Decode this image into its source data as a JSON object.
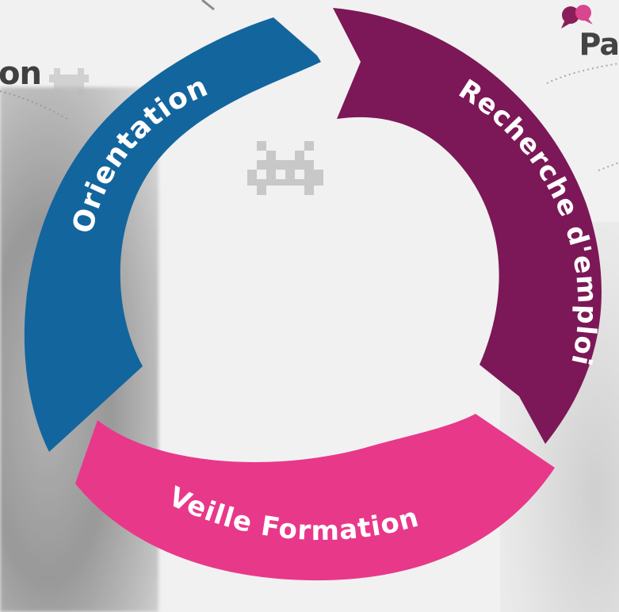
{
  "background": {
    "fragment_left": "on",
    "fragment_right": "Pa"
  },
  "cycle": {
    "segments": [
      {
        "label": "Orientation",
        "color": "#13659e",
        "icon": "curved-arrow"
      },
      {
        "label": "Recherche d'emploi",
        "color": "#7c1857",
        "icon": "curved-arrow"
      },
      {
        "label": "Veille Formation",
        "color": "#e8388a",
        "icon": "curved-arrow"
      }
    ]
  },
  "colors": {
    "logo_bubble_1": "#8a1e58",
    "logo_bubble_2": "#d7468e",
    "pixel_icon": "#b8b8b8"
  },
  "icons": [
    "speech-bubbles-logo-icon",
    "pixel-invader-icon"
  ]
}
